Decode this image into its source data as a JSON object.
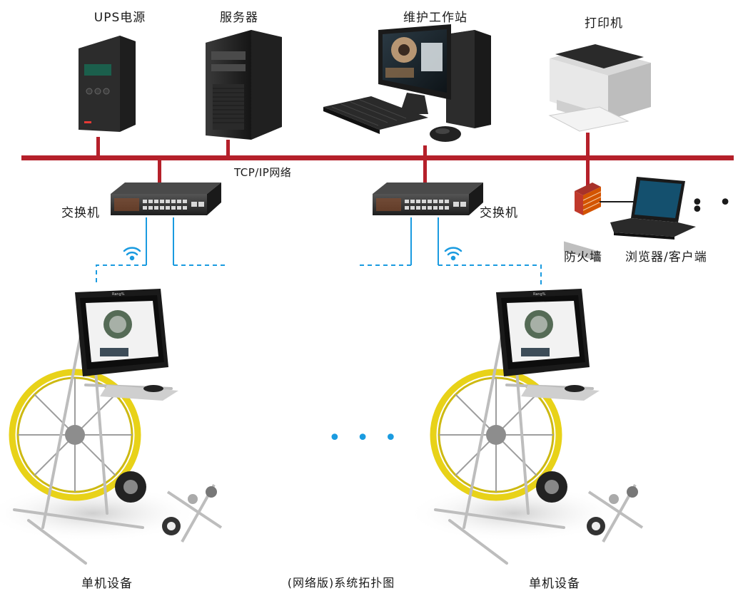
{
  "labels": {
    "ups": "UPS电源",
    "server": "服务器",
    "workstation": "维护工作站",
    "printer": "打印机",
    "network": "TCP/IP网络",
    "switch_left": "交换机",
    "switch_right": "交换机",
    "firewall": "防火墙",
    "browser_client": "浏览器/客户端",
    "device_left": "单机设备",
    "device_right": "单机设备",
    "caption": "(网络版)系统拓扑图"
  },
  "ellipsis": {
    "right": "• • •",
    "middle": "• • •"
  },
  "device_brand": "Rang%",
  "colors": {
    "bus": "#b5202a",
    "wifi": "#1a9be0",
    "dashed": "#1a9be0",
    "cable_yellow": "#e8d218",
    "firewall": "#c0392b"
  },
  "icons": [
    "ups-icon",
    "server-icon",
    "workstation-icon",
    "printer-icon",
    "switch-icon",
    "firewall-icon",
    "laptop-icon",
    "wifi-icon",
    "inspection-reel-icon",
    "crawler-camera-icon"
  ]
}
